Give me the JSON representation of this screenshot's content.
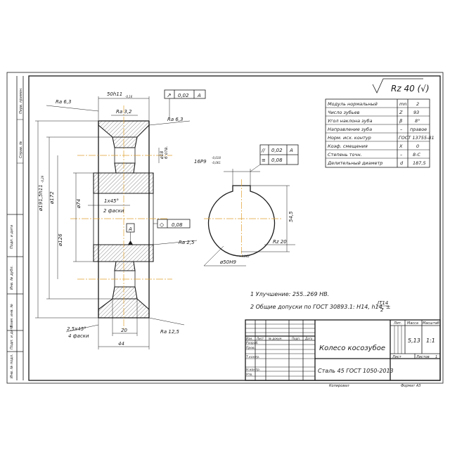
{
  "surface_finish": {
    "general": "Rz 40 (√)"
  },
  "params_table": [
    {
      "name": "Модуль нормальный",
      "sym": "mn",
      "val": "2"
    },
    {
      "name": "Число зубьев",
      "sym": "Z",
      "val": "93"
    },
    {
      "name": "Угол наклона зуба",
      "sym": "β",
      "val": "8°"
    },
    {
      "name": "Направление зуба",
      "sym": "–",
      "val": "правое"
    },
    {
      "name": "Норм. исх. контур",
      "sym": "–",
      "val": "ГОСТ 13755-81"
    },
    {
      "name": "Коэф. смещения",
      "sym": "X",
      "val": "0"
    },
    {
      "name": "Степень точн.",
      "sym": "–",
      "val": "8-С"
    },
    {
      "name": "Делительный диаметр",
      "sym": "d",
      "val": "187,5"
    }
  ],
  "section_dims": {
    "width_tol": "50h11",
    "width_dev": "-0,16",
    "runout_sym": "↗",
    "runout_val": "0,02",
    "runout_base": "A",
    "ra_63_top": "Ra 6,3",
    "ra_32": "Ra 3,2",
    "ra_63_right": "Ra 6,3",
    "dia_outer": "ø191,5h11",
    "dia_outer_dev": "-0,29",
    "dia_172": "ø172",
    "dia_126": "ø126",
    "dia_74": "ø74",
    "dia_18": "ø18",
    "holes_count": "6 отв.",
    "chamfer_inner": "1x45°",
    "chamfer_inner_count": "2 фаски",
    "base_label": "A",
    "cyl_sym": "◇",
    "cyl_val": "0,08",
    "ra_25": "Ra 2,5",
    "chamfer_outer": "2,5x45°",
    "chamfer_outer_count": "4 фаски",
    "hub_20": "20",
    "hub_44": "44",
    "ra_125": "Ra 12,5"
  },
  "hub_view": {
    "keyway_tol": "16P9",
    "keyway_dev_top": "-0,018",
    "keyway_dev_bot": "-0,061",
    "par_sym": "//",
    "par_val": "0,02",
    "par_base": "A",
    "sym_sym": "≡",
    "sym_val": "0,08",
    "dim_545": "54,5",
    "bore": "ø50H9",
    "bore_dev": "+0,062",
    "ra_20": "Rz 20"
  },
  "notes": [
    "1 Улучшение: 255..269 HB.",
    "2 Общие допуски по ГОСТ 30893.1: H14, h14, ±"
  ],
  "notes_fraction": {
    "num": "IT14",
    "den": "2"
  },
  "side_labels": [
    "Перв. примен.",
    "Справ. №",
    "Подп. и дата",
    "Инв. № дубл.",
    "Взам. инв. №",
    "Подп. и дата",
    "Инв. № подл."
  ],
  "title_block": {
    "name": "Колесо косозубое",
    "material": "Сталь 45 ГОСТ 1050-2013",
    "lit_label": "Лит.",
    "mass_label": "Масса",
    "scale_label": "Масштаб",
    "mass_value": "5,13",
    "scale_value": "1:1",
    "sheet_label": "Лист",
    "sheets_label": "Листов",
    "sheets_value": "1",
    "row_labels": [
      "Изм.",
      "Лист",
      "№ докум.",
      "Подп.",
      "Дата"
    ],
    "role_labels": [
      "Разраб.",
      "Пров.",
      "Т.контр.",
      "",
      "Н.контр.",
      "Утв."
    ],
    "copied": "Копировал",
    "format": "Формат  A3"
  }
}
